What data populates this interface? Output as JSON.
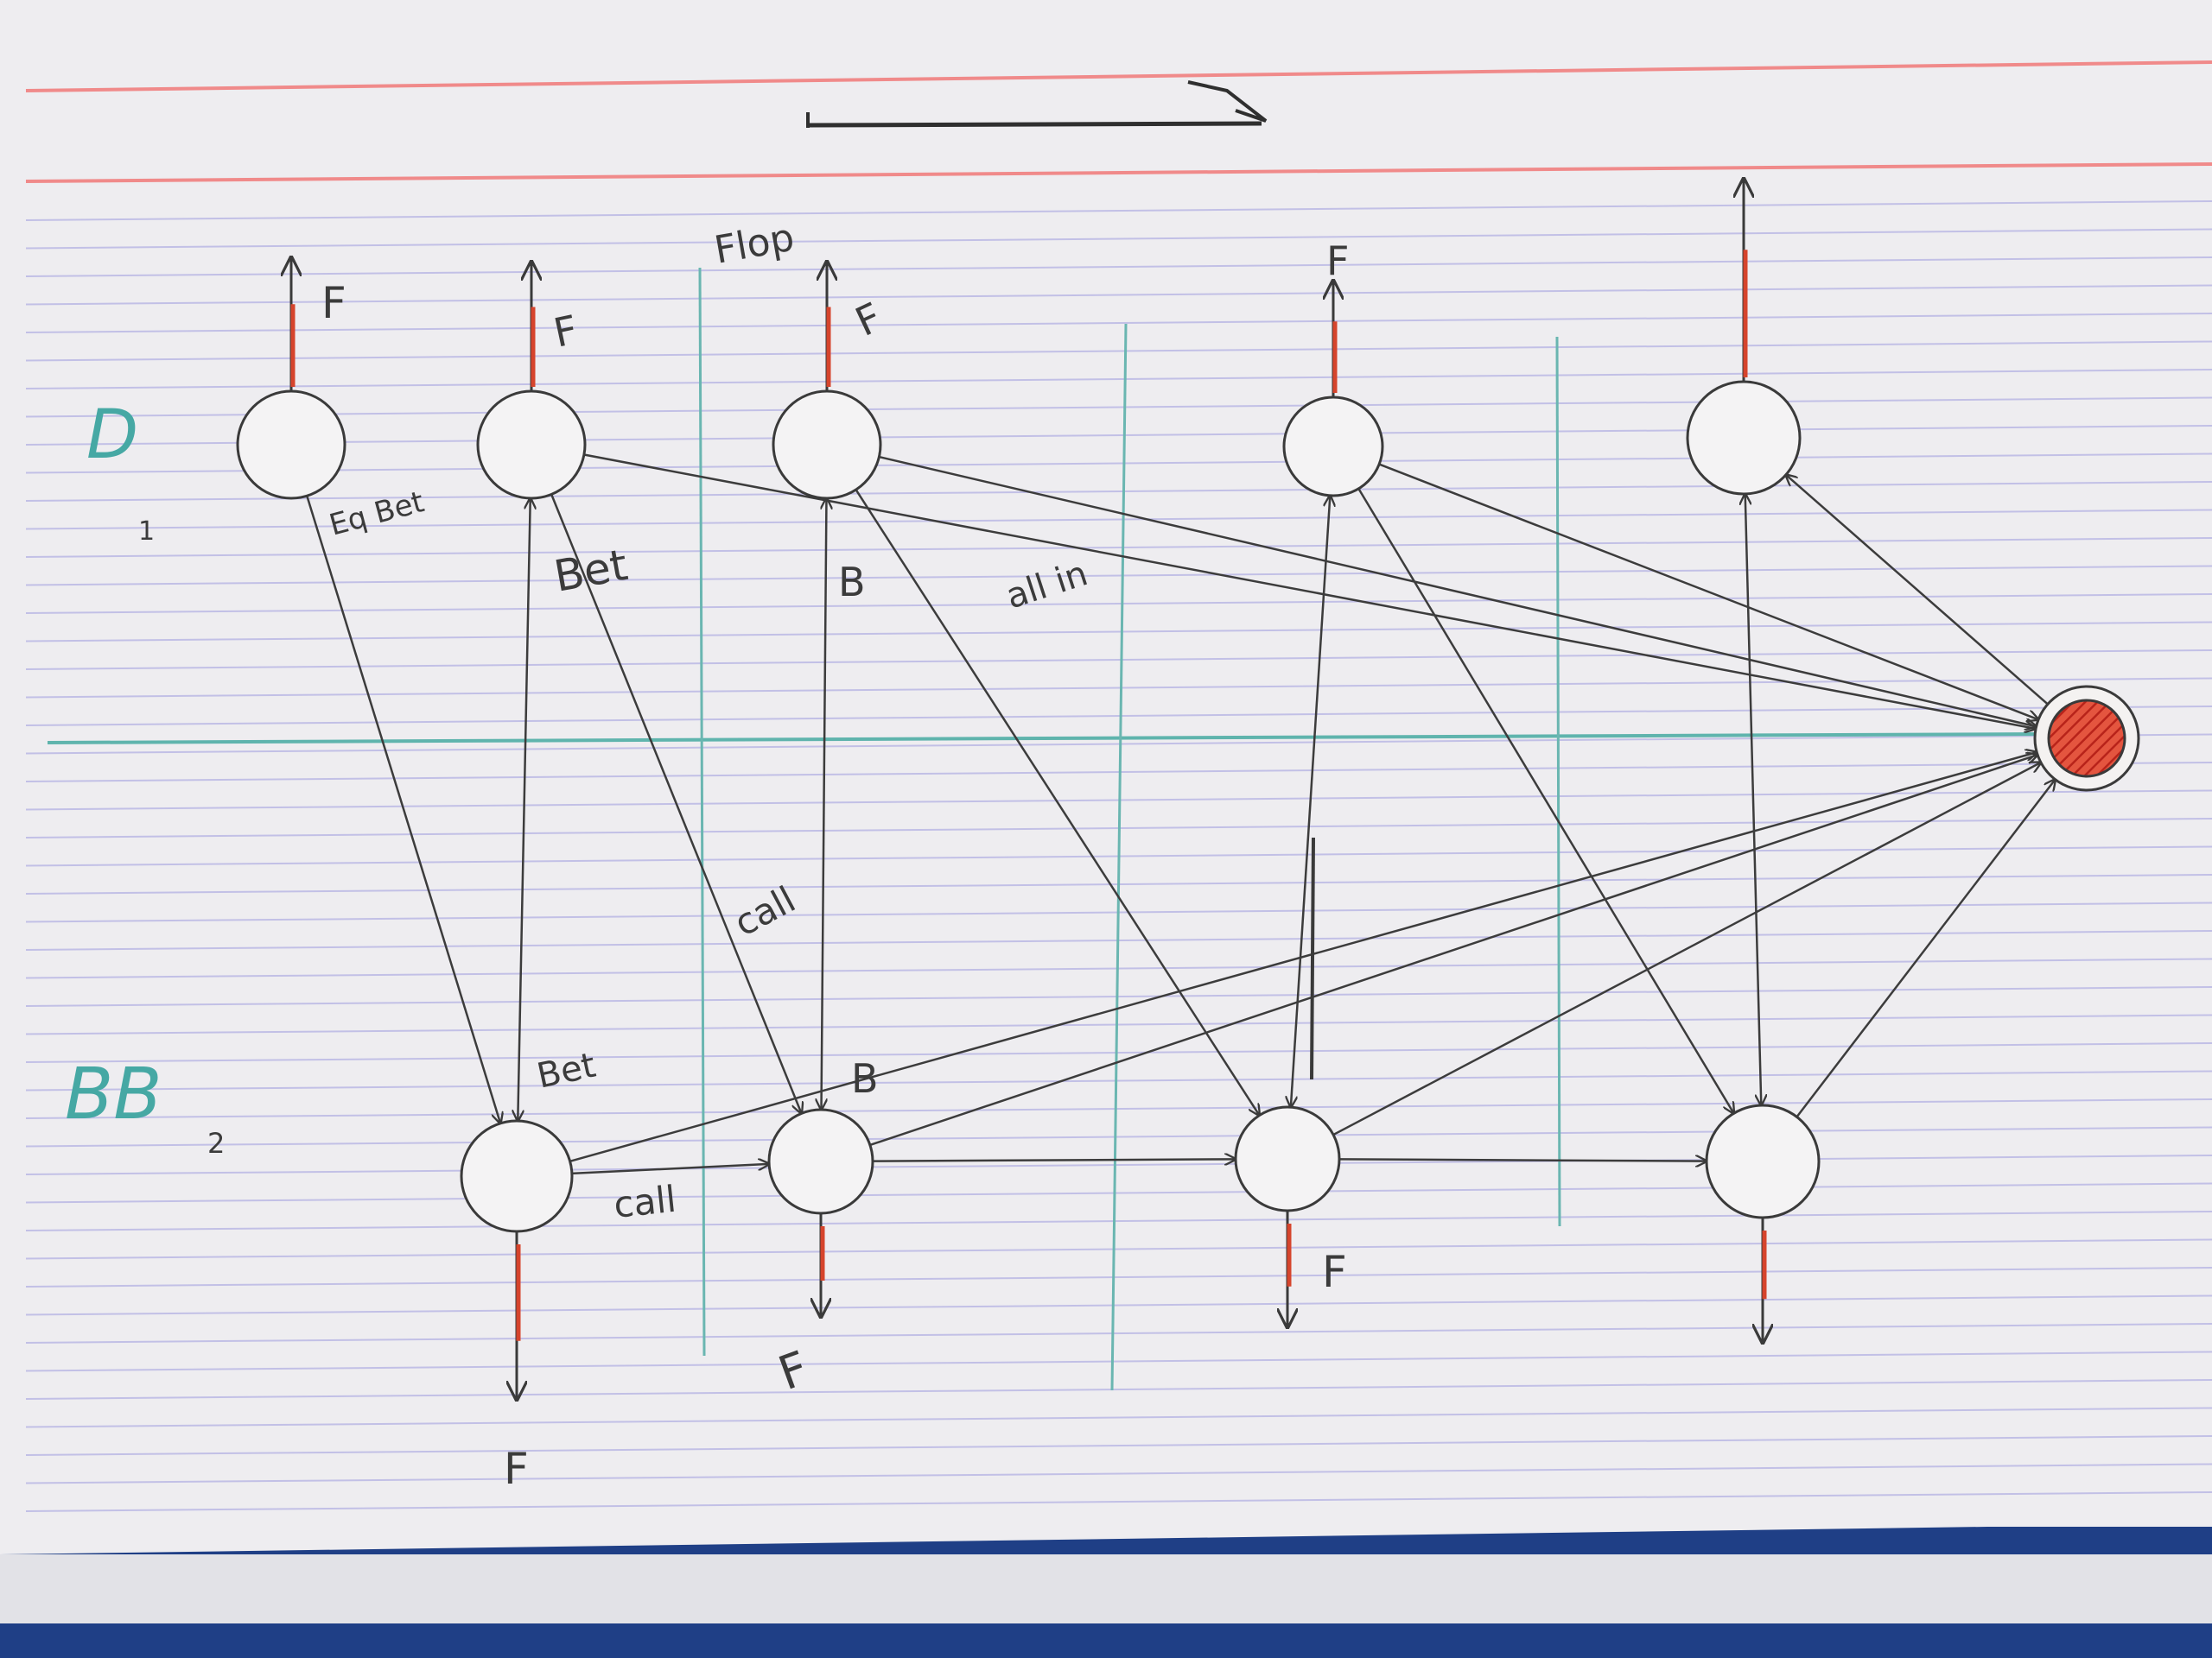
{
  "diagram": {
    "row_labels": {
      "top": "D",
      "top_sub": "1",
      "bottom": "BB",
      "bottom_sub": "2"
    },
    "street_label": "Flop",
    "nodes": {
      "D1": {
        "exit": "F"
      },
      "D2": {
        "exit": "F"
      },
      "D3": {
        "exit": "F"
      },
      "D4": {
        "exit": "F"
      },
      "D5": {
        "exit": ""
      },
      "B1": {
        "exit": "F"
      },
      "B2": {
        "exit": "F"
      },
      "B3": {
        "exit": "F"
      },
      "B4": {
        "exit": ""
      },
      "terminal": {
        "label": ""
      }
    },
    "edge_labels": {
      "d1_b1": "Eq Bet",
      "b1_d2": "Bet",
      "d2_b2": "Bet",
      "d3_b2": "B",
      "b2_d3": "call",
      "b1_b2": "call",
      "b2_self": "B",
      "b1_bet": "Bet",
      "mid_all_in": "all in"
    },
    "colors": {
      "pencil": "#3a3a3a",
      "fold_arrow": "#d6442c",
      "terminal_fill": "#d8362a",
      "ruled_line": "#b8b6e3",
      "margin_line": "#f08a8a",
      "teal": "#46a8a4"
    }
  }
}
